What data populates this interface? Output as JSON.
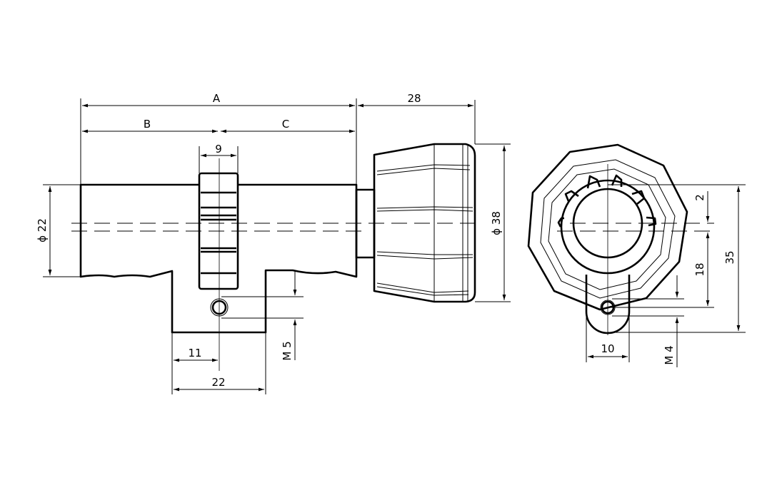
{
  "labels": {
    "A": "A",
    "B": "B",
    "C": "C",
    "knob_length": "28",
    "cam_width": "9",
    "body_diameter": "ϕ 22",
    "knob_diameter": "ϕ 38",
    "hole_offset": "11",
    "cam_base_width": "22",
    "thread_left": "M 5",
    "offset_2": "2",
    "height_18": "18",
    "height_35": "35",
    "tab_width": "10",
    "thread_right": "M 4"
  },
  "colors": {
    "line": "#000000",
    "background": "#ffffff"
  }
}
